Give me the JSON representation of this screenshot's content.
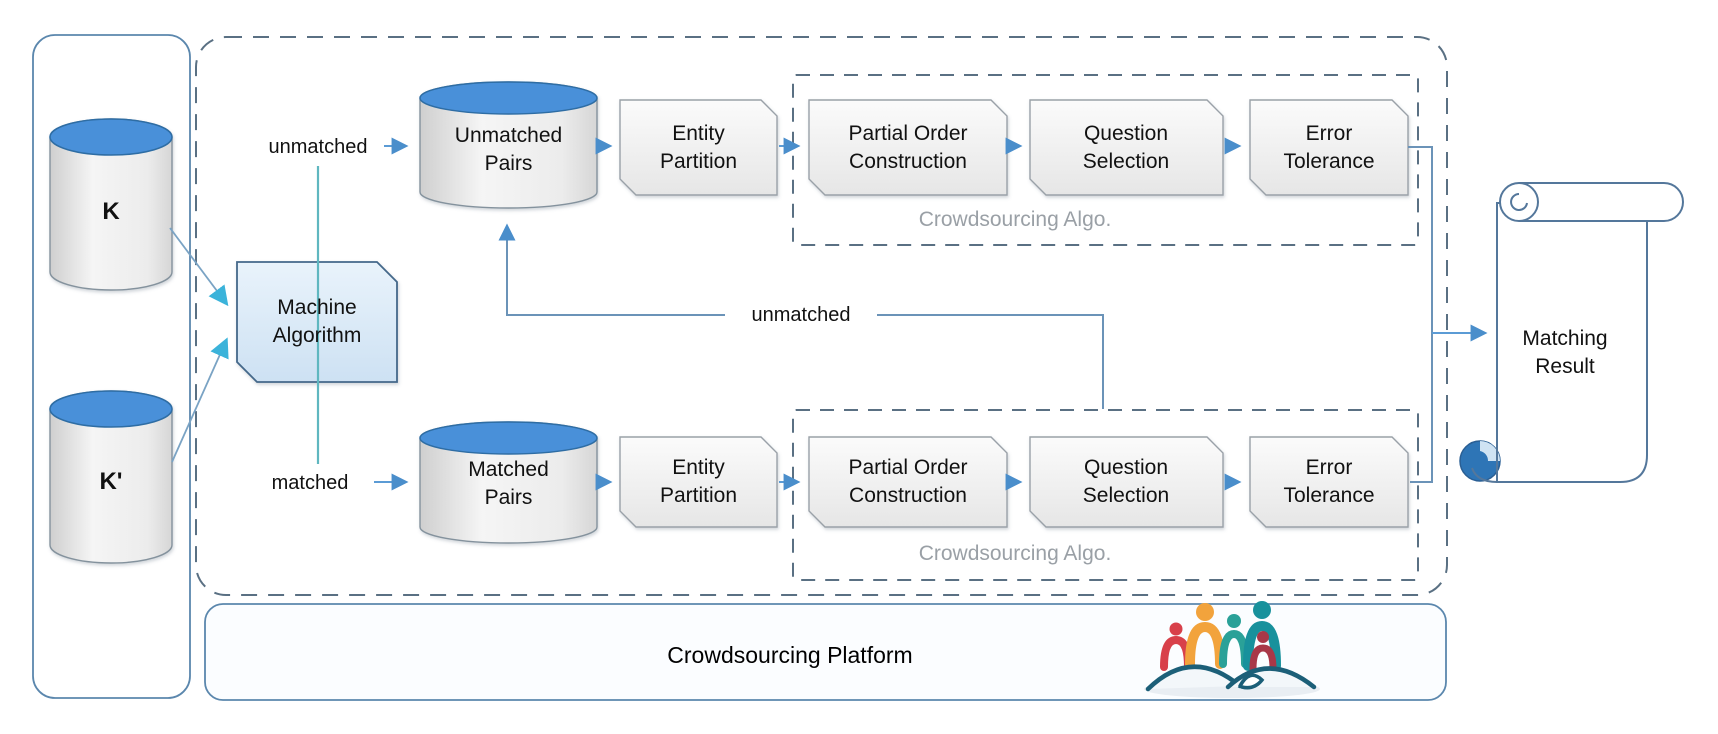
{
  "diagram": {
    "knowledge_bases": {
      "k": "K",
      "k_prime": "K'"
    },
    "machine_algorithm": {
      "label": "Machine Algorithm"
    },
    "edges": {
      "unmatched_top": "unmatched",
      "matched": "matched",
      "unmatched_feedback": "unmatched"
    },
    "top_pipeline": {
      "store": "Unmatched Pairs",
      "partition": "Entity Partition",
      "steps": [
        {
          "label": "Partial Order Construction"
        },
        {
          "label": "Question Selection"
        },
        {
          "label": "Error Tolerance"
        }
      ],
      "group_label": "Crowdsourcing Algo."
    },
    "bottom_pipeline": {
      "store": "Matched Pairs",
      "partition": "Entity Partition",
      "steps": [
        {
          "label": "Partial Order Construction"
        },
        {
          "label": "Question Selection"
        },
        {
          "label": "Error Tolerance"
        }
      ],
      "group_label": "Crowdsourcing Algo."
    },
    "result": {
      "label": "Matching Result"
    },
    "platform": {
      "label": "Crowdsourcing Platform"
    },
    "colors": {
      "arrow_blue": "#5b9bd5",
      "teal_line": "#5fb7c0",
      "cyan_arrowhead": "#3bb3da",
      "cylinder_top": "#4a90d9",
      "dashed_border": "#5a7083",
      "container_border": "#5b87ad",
      "group_label_gray": "#9aa0a6",
      "scroll_curl": "#2e75b6"
    }
  }
}
